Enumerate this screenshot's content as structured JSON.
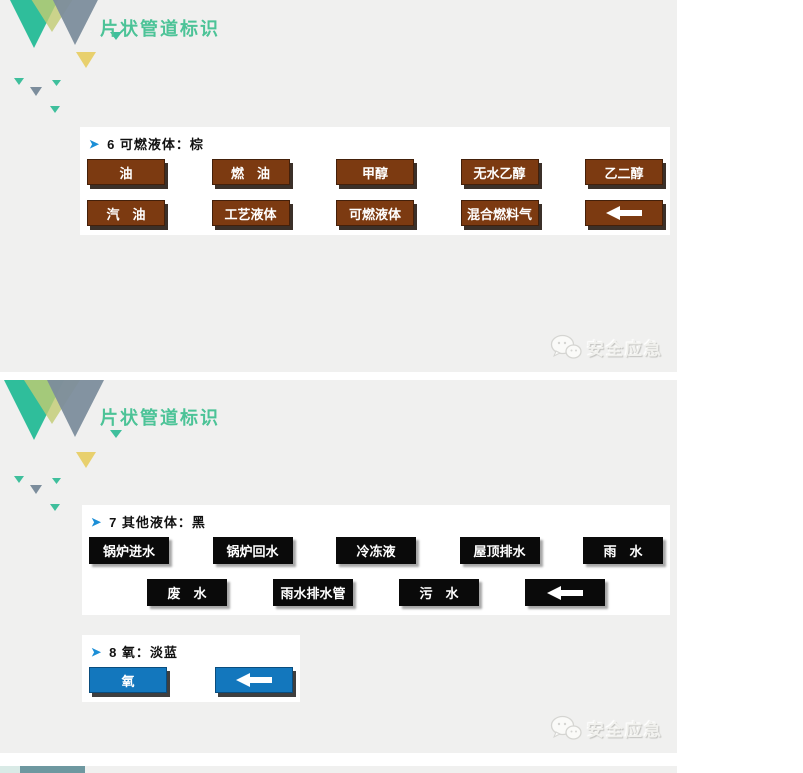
{
  "theme": {
    "accent_green": "#4CC397",
    "bullet_blue": "#1B8ED6",
    "slide_bg": "#F0F0EF",
    "label_text": "#FFFFFF",
    "bullet_char": "➤"
  },
  "watermark": {
    "text": "安全应急",
    "icon": "wechat-icon"
  },
  "slides": [
    {
      "title": "片状管道标识",
      "sections": [
        {
          "heading": "6 可燃液体：棕",
          "color_name": "brown",
          "label_bg": "#7C3A11",
          "rows": [
            [
              {
                "text": "油"
              },
              {
                "text": "燃　油"
              },
              {
                "text": "甲醇"
              },
              {
                "text": "无水乙醇"
              },
              {
                "text": "乙二醇"
              }
            ],
            [
              {
                "text": "汽　油"
              },
              {
                "text": "工艺液体"
              },
              {
                "text": "可燃液体"
              },
              {
                "text": "混合燃料气"
              },
              {
                "arrow": true,
                "icon": "left-arrow-icon"
              }
            ]
          ]
        }
      ]
    },
    {
      "title": "片状管道标识",
      "sections": [
        {
          "heading": "7 其他液体：黑",
          "color_name": "black",
          "label_bg": "#0A0A0A",
          "rows": [
            [
              {
                "text": "锅炉进水"
              },
              {
                "text": "锅炉回水"
              },
              {
                "text": "冷冻液"
              },
              {
                "text": "屋顶排水"
              },
              {
                "text": "雨　水"
              }
            ],
            [
              {
                "text": "废　水"
              },
              {
                "text": "雨水排水管"
              },
              {
                "text": "污　水"
              },
              {
                "arrow": true,
                "icon": "left-arrow-icon"
              }
            ]
          ]
        },
        {
          "heading": "8 氧：淡蓝",
          "color_name": "blue",
          "label_bg": "#1377BD",
          "rows": [
            [
              {
                "text": "氧"
              },
              {
                "arrow": true,
                "icon": "left-arrow-icon"
              }
            ]
          ]
        }
      ]
    }
  ]
}
